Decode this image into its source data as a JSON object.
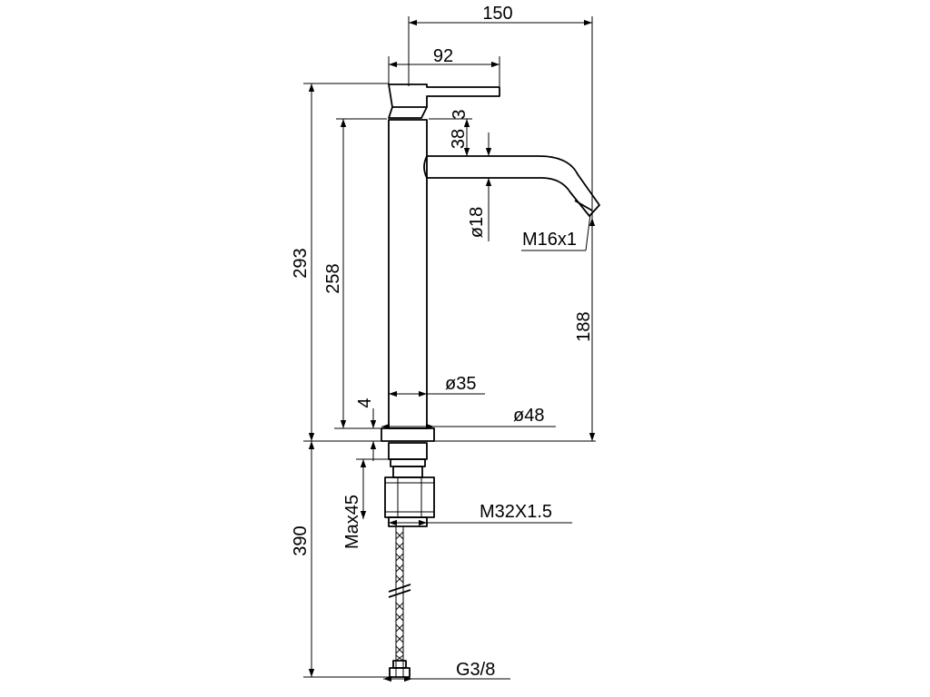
{
  "dimensions": {
    "overall_width": "150",
    "lever_length": "92",
    "gap_top": "3",
    "spout_offset": "38",
    "spout_diameter": "ø18",
    "aerator_thread": "M16x1",
    "spout_height": "188",
    "total_height": "293",
    "body_height": "258",
    "body_diameter": "ø35",
    "base_diameter": "ø48",
    "base_height": "4",
    "max_deck_thickness": "Max45",
    "shank_thread": "M32X1.5",
    "hose_length": "390",
    "hose_connection": "G3/8"
  }
}
